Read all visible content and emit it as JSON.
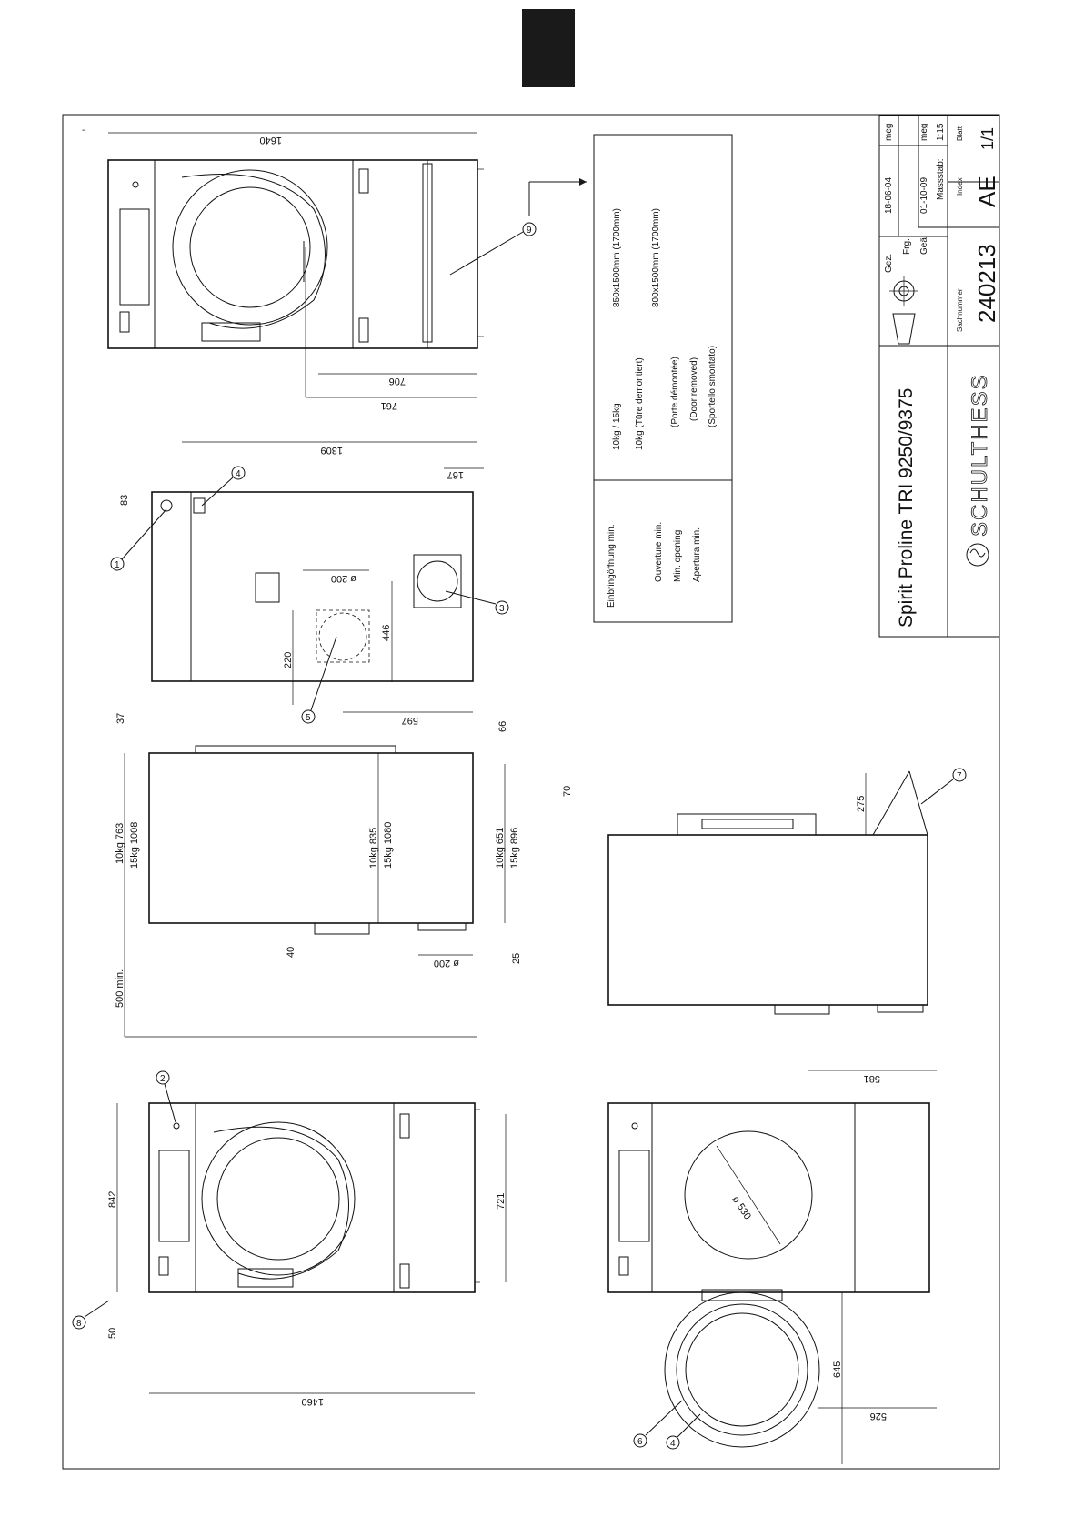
{
  "title_block": {
    "product": "Spirit Proline TRI 9250/9375",
    "brand": "SCHULTHESS",
    "gez": "Gez.",
    "gez_date": "18-06-04",
    "gez_by": "meg",
    "frg": "Frg.",
    "gea": "Geä.",
    "gea_date": "01-10-09",
    "gea_by": "meg",
    "massstab": "Massstab:",
    "scale": "1:15",
    "blatt": "Blatt",
    "blatt_val": "1/1",
    "index": "Index",
    "index_val": "AE",
    "sachnummer": "Sachnummer",
    "sachnummer_val": "240213"
  },
  "opening_table": {
    "labels": [
      "Einbringöffnung min.",
      "Ouverture min.",
      "Min. opening",
      "Apertura min."
    ],
    "row1_key": "10kg / 15kg",
    "row1_val": "850x1500mm  (1700mm)",
    "row2_key": "10kg  (Türe demontiert)",
    "row2_notes": [
      "(Porte démontée)",
      "(Door removed)",
      "(Sportello smontato)"
    ],
    "row2_val": "800x1500mm  (1700mm)"
  },
  "dims": {
    "d1640": "1640",
    "d706": "706",
    "d761": "761",
    "d1309": "1309",
    "d167": "167",
    "d83": "83",
    "d200a": "ø 200",
    "d446": "446",
    "d220": "220",
    "d597": "597",
    "d37": "37",
    "d66": "66",
    "d763": "10kg   763",
    "d1008": "15kg   1008",
    "d835": "10kg   835",
    "d1080": "15kg   1080",
    "d651": "10kg   651",
    "d896": "15kg   896",
    "d40": "40",
    "d200b": "ø 200",
    "d25": "25",
    "d500": "500  min.",
    "d70": "70",
    "d275": "275",
    "d842": "842",
    "d721": "721",
    "d50": "50",
    "d1460": "1460",
    "d581": "581",
    "d530": "ø 530",
    "d645": "645",
    "d526": "526"
  },
  "callouts": [
    "1",
    "2",
    "3",
    "4",
    "5",
    "6",
    "7",
    "8",
    "9",
    "4"
  ],
  "tick": "-"
}
